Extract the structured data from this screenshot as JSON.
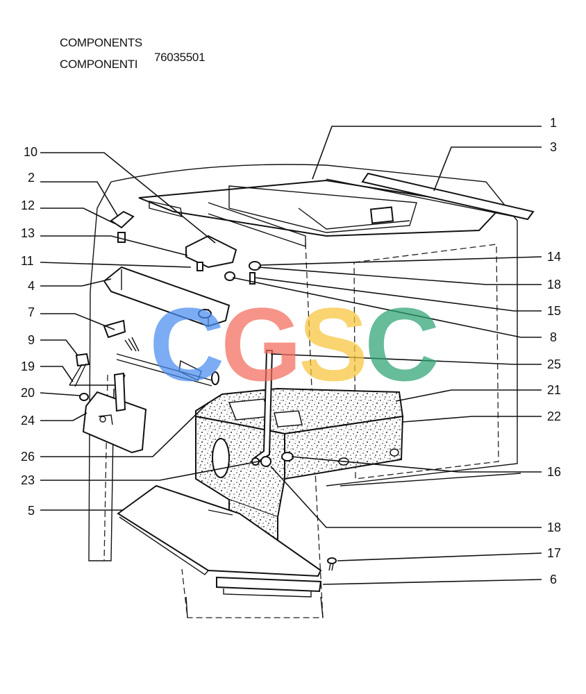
{
  "header": {
    "title_en": "COMPONENTS",
    "title_it": "COMPONENTI",
    "part_number": "76035501"
  },
  "watermark": {
    "letters": [
      "C",
      "G",
      "S",
      "C"
    ],
    "colors": [
      "#4a8df0",
      "#f36b5d",
      "#f8c43a",
      "#2ea374"
    ]
  },
  "callouts": {
    "c1": "1",
    "c2": "2",
    "c3": "3",
    "c4": "4",
    "c5": "5",
    "c6": "6",
    "c7": "7",
    "c8": "8",
    "c9": "9",
    "c10": "10",
    "c11": "11",
    "c12": "12",
    "c13": "13",
    "c14": "14",
    "c15": "15",
    "c16": "16",
    "c17": "17",
    "c18a": "18",
    "c18b": "18",
    "c19": "19",
    "c20": "20",
    "c21": "21",
    "c22": "22",
    "c23": "23",
    "c24": "24",
    "c25": "25",
    "c26": "26"
  }
}
